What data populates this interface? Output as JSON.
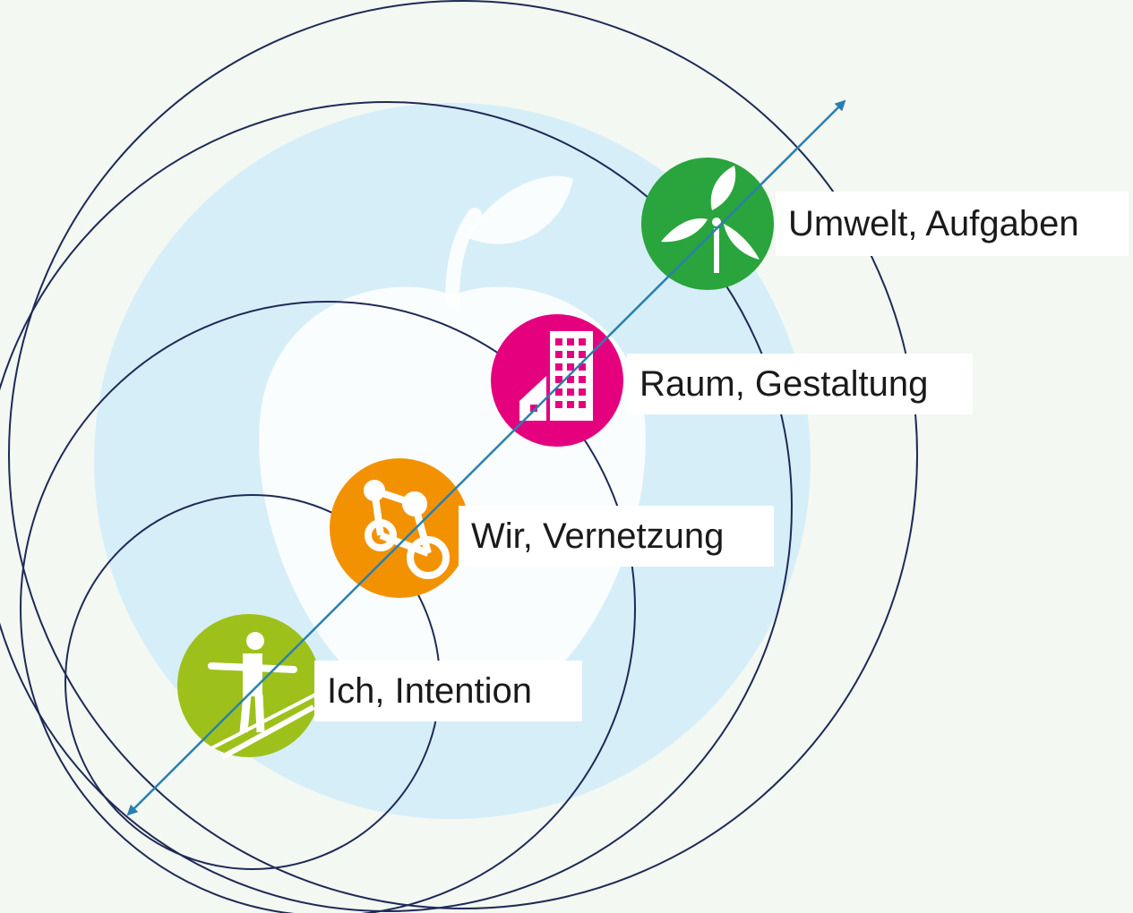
{
  "levels": [
    {
      "label": "Ich, Intention",
      "icon": "person-balancing-icon",
      "color": "#9dc11a"
    },
    {
      "label": "Wir, Vernetzung",
      "icon": "network-nodes-icon",
      "color": "#f39200"
    },
    {
      "label": "Raum, Gestaltung",
      "icon": "buildings-icon",
      "color": "#e5007e"
    },
    {
      "label": "Umwelt, Aufgaben",
      "icon": "wind-turbine-leaf-icon",
      "color": "#2aa43c"
    }
  ],
  "colors": {
    "background": "#f3f8f2",
    "watermark": "#d6eef8",
    "ring_stroke": "#1f2a57",
    "axis": "#2a7fb0"
  }
}
